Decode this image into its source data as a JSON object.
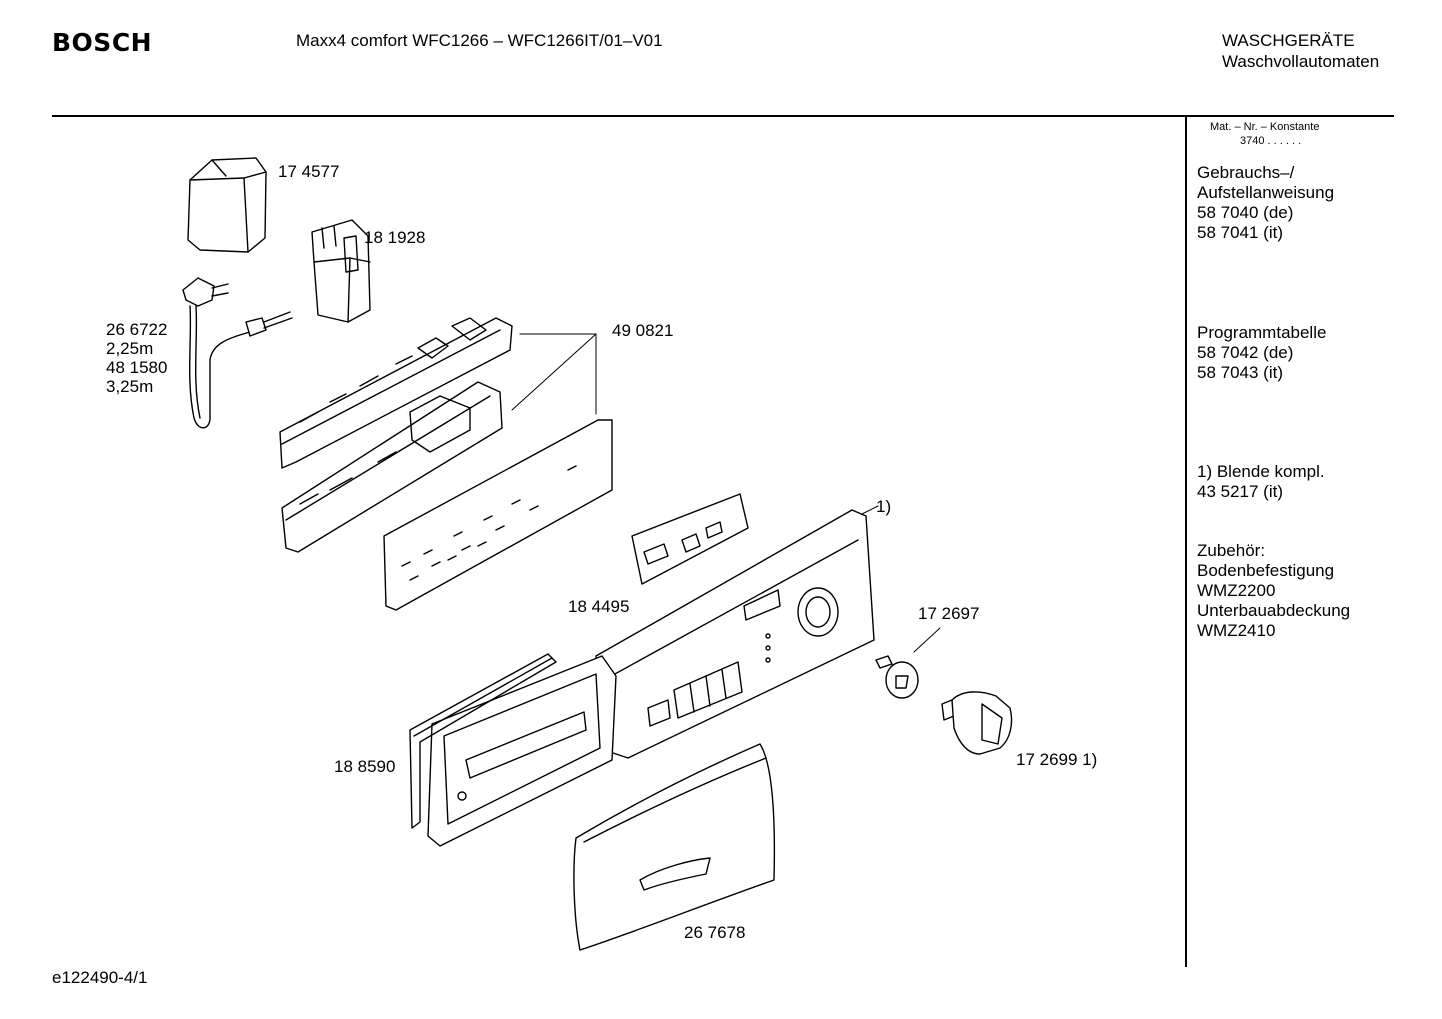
{
  "header": {
    "brand": "BOSCH",
    "model": "Maxx4 comfort WFC1266 – WFC1266IT/01–V01",
    "category_line1": "WASCHGERÄTE",
    "category_line2": "Waschvollautomaten"
  },
  "sidebar": {
    "constant_label": "Mat. – Nr. – Konstante",
    "constant_value": "3740  .  .  .  .  .  .",
    "manuals": [
      "Gebrauchs–/",
      "Aufstellanweisung",
      "58 7040 (de)",
      "58 7041 (it)"
    ],
    "program": [
      "Programmtabelle",
      "58 7042 (de)",
      "58 7043 (it)"
    ],
    "blende": [
      "1) Blende kompl.",
      "43 5217 (it)"
    ],
    "accessories": [
      "Zubehör:",
      "Bodenbefestigung",
      "WMZ2200",
      "Unterbauabdeckung",
      "WMZ2410"
    ]
  },
  "parts": {
    "p174577": "17 4577",
    "p181928": "18 1928",
    "cable": [
      "26 6722",
      "2,25m",
      "48 1580",
      "3,25m"
    ],
    "p490821": "49 0821",
    "p184495": "18 4495",
    "note1": "1)",
    "p172697": "17 2697",
    "p188590": "18 8590",
    "p172699": "17 2699 1)",
    "p267678": "26 7678"
  },
  "footer": {
    "code": "e122490-4/1"
  }
}
